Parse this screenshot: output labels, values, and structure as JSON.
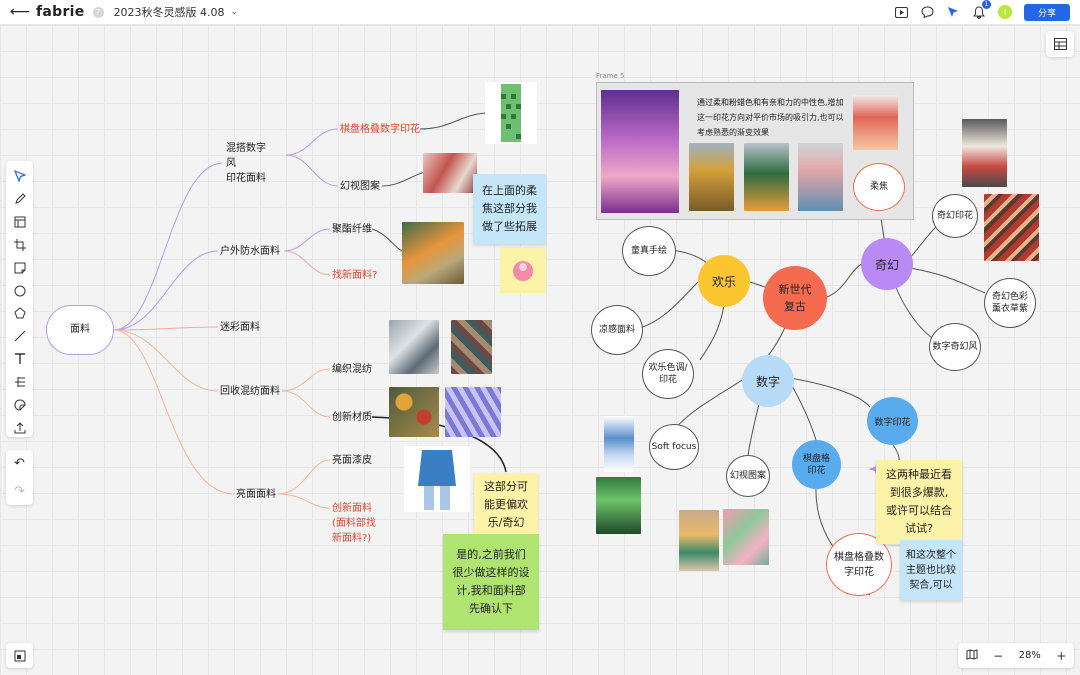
{
  "topbar": {
    "brand": "fabrie",
    "doc_title": "2023秋冬灵感版 4.08",
    "avatar_letter": "I",
    "notification_count": "1",
    "share_label": "分享"
  },
  "mindmap_left": {
    "root": "面料",
    "branches": {
      "b1": "混搭数字\n风\n印花面料",
      "b1_child1": "棋盘格叠数字印花",
      "b1_child2": "幻视图案",
      "b2": "户外防水面料",
      "b2_child1": "聚酯纤维",
      "b2_child2": "找新面料?",
      "b3": "迷彩面料",
      "b4": "回收混纺面料",
      "b4_child1": "编织混纺",
      "b4_child2": "创新材质",
      "b5": "亮面面料",
      "b5_child1": "亮面漆皮",
      "b5_child2": "创新面料\n(面料部找\n新面料?)"
    }
  },
  "frame": {
    "label": "Frame 5",
    "text": "通过柔和粉蜡色和有亲和力的中性色,增加这一印花方向对平价市场的吸引力,也可以考虑熟悉的渐变效果"
  },
  "mindmap_right": {
    "center": "新世代\n复古",
    "joy": "欢乐",
    "fantasy": "奇幻",
    "digital": "数字",
    "soft_focus_top": "柔焦",
    "joy_child1": "童真手绘",
    "joy_child2": "凉感面料",
    "joy_child3": "欢乐色调/\n印花",
    "fantasy_child1": "奇幻印花",
    "fantasy_child2": "奇幻色彩\n薰衣草紫",
    "fantasy_child3": "数字奇幻风",
    "digital_child1": "Soft focus",
    "digital_child2": "幻视图案",
    "digital_child3": "棋盘格\n印花",
    "digital_child4": "数字印花",
    "chess_overlay": "棋盘格叠数\n字印花"
  },
  "stickies": {
    "s1": "在上面的柔\n焦这部分我\n做了些拓展",
    "s2": "这部分可\n能更偏欢\n乐/奇幻",
    "s3": "是的,之前我们\n很少做这样的设\n计,我和面料部\n先确认下",
    "s4": "这两种最近看\n到很多爆款,\n或许可以结合\n试试?",
    "s5": "和这次整个\n主题也比较\n契合,可以"
  },
  "zoom": {
    "level": "28%"
  },
  "colors": {
    "accent_blue": "#2367e8",
    "joy_yellow": "#fcc631",
    "center_red": "#f46b4f",
    "fantasy_purple": "#b98af4",
    "digital_blue": "#b7dbf6",
    "digital_strong_blue": "#58acee",
    "sticky_yellow": "#fdf3a8",
    "sticky_blue": "#c4e6f8",
    "sticky_green": "#aee46f"
  },
  "icons": [
    "back-arrow-icon",
    "help-icon",
    "chevron-down-icon",
    "present-icon",
    "comment-icon",
    "cursor-icon",
    "bell-icon",
    "table-view-icon",
    "select-tool-icon",
    "pen-tool-icon",
    "frame-tool-icon",
    "crop-tool-icon",
    "sticky-note-icon",
    "circle-shape-icon",
    "polygon-shape-icon",
    "line-tool-icon",
    "text-tool-icon",
    "mindmap-tool-icon",
    "sticker-icon",
    "upload-icon",
    "undo-icon",
    "redo-icon",
    "minimap-icon",
    "map-icon",
    "zoom-out-icon",
    "zoom-in-icon"
  ]
}
